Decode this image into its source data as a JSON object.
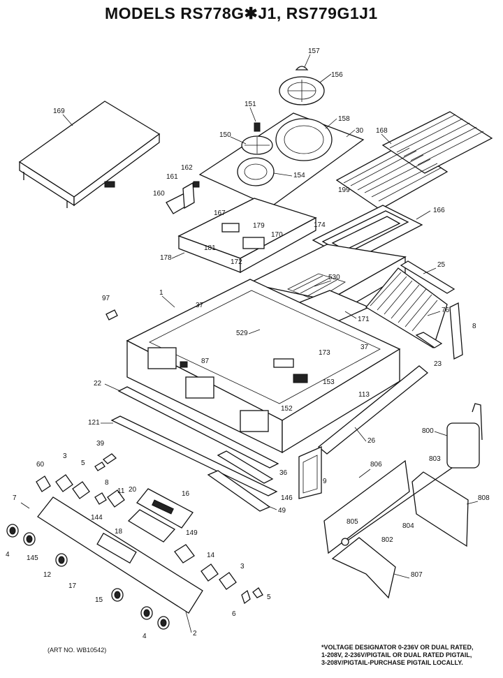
{
  "title": "MODELS RS778G✱J1, RS779G1J1",
  "art_no": "(ART NO. WB10542)",
  "voltage_note": [
    "*VOLTAGE DESIGNATOR 0-236V OR DUAL RATED,",
    "1-208V, 2-236V/PIGTAIL OR DUAL RATED PIGTAIL,",
    "3-208V/PIGTAIL-PURCHASE PIGTAIL LOCALLY."
  ],
  "part_numbers": {
    "p157": "157",
    "p156": "156",
    "p169": "169",
    "p151": "151",
    "p158": "158",
    "p30": "30",
    "p168": "168",
    "p150": "150",
    "p154": "154",
    "p162": "162",
    "p161": "161",
    "p160": "160",
    "p199": "199",
    "p166": "166",
    "p167": "167",
    "p179": "179",
    "p170": "170",
    "p174": "174",
    "p181": "181",
    "p172": "172",
    "p178": "178",
    "p25": "25",
    "p530": "530",
    "p97": "97",
    "p1": "1",
    "p37a": "37",
    "p171": "171",
    "p76": "76",
    "p8a": "8",
    "p529": "529",
    "p87": "87",
    "p37b": "37",
    "p173": "173",
    "p23": "23",
    "p22": "22",
    "p153": "153",
    "p113": "113",
    "p152": "152",
    "p121": "121",
    "p26": "26",
    "p800": "800",
    "p39": "39",
    "p806": "806",
    "p803": "803",
    "p60": "60",
    "p3a": "3",
    "p5a": "5",
    "p36": "36",
    "p9": "9",
    "p808": "808",
    "p8b": "8",
    "p11": "11",
    "p20": "20",
    "p16": "16",
    "p146": "146",
    "p7": "7",
    "p144": "144",
    "p49": "49",
    "p805": "805",
    "p804": "804",
    "p18": "18",
    "p149": "149",
    "p802": "802",
    "p4a": "4",
    "p145": "145",
    "p14": "14",
    "p12": "12",
    "p3b": "3",
    "p807": "807",
    "p17": "17",
    "p5b": "5",
    "p15": "15",
    "p6": "6",
    "p4b": "4",
    "p2": "2"
  }
}
